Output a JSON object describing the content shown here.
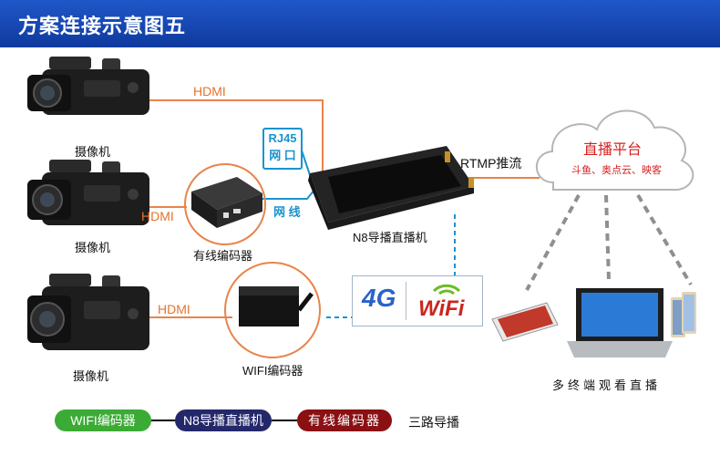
{
  "header": {
    "title": "方案连接示意图五"
  },
  "cameras": [
    {
      "label": "摄像机"
    },
    {
      "label": "摄像机"
    },
    {
      "label": "摄像机"
    }
  ],
  "connections": {
    "hdmi_top": "HDMI",
    "hdmi_middle": "HDMI",
    "hdmi_bottom": "HDMI",
    "network_cable": "网 线",
    "rtmp": "RTMP推流"
  },
  "rj45": {
    "line1": "RJ45",
    "line2": "网 口"
  },
  "devices": {
    "wired_encoder": "有线编码器",
    "wifi_encoder": "WIFI编码器",
    "n8_device": "N8导播直播机"
  },
  "network_badges": {
    "cellular": "4G",
    "wifi": "WiFi"
  },
  "cloud": {
    "title": "直播平台",
    "subtitle": "斗鱼、奥点云、映客"
  },
  "viewers": {
    "label": "多终端观看直播"
  },
  "legend": {
    "items": [
      {
        "label": "WIFI编码器",
        "color": "#3cab36"
      },
      {
        "label": "N8导播直播机",
        "color": "#24286b"
      },
      {
        "label": "有线编码器",
        "color": "#8a1014"
      }
    ],
    "caption": "三路导播"
  },
  "colors": {
    "header": "#1a4fc0",
    "hdmi_line": "#e8844a",
    "network_line": "#1a93cf"
  }
}
